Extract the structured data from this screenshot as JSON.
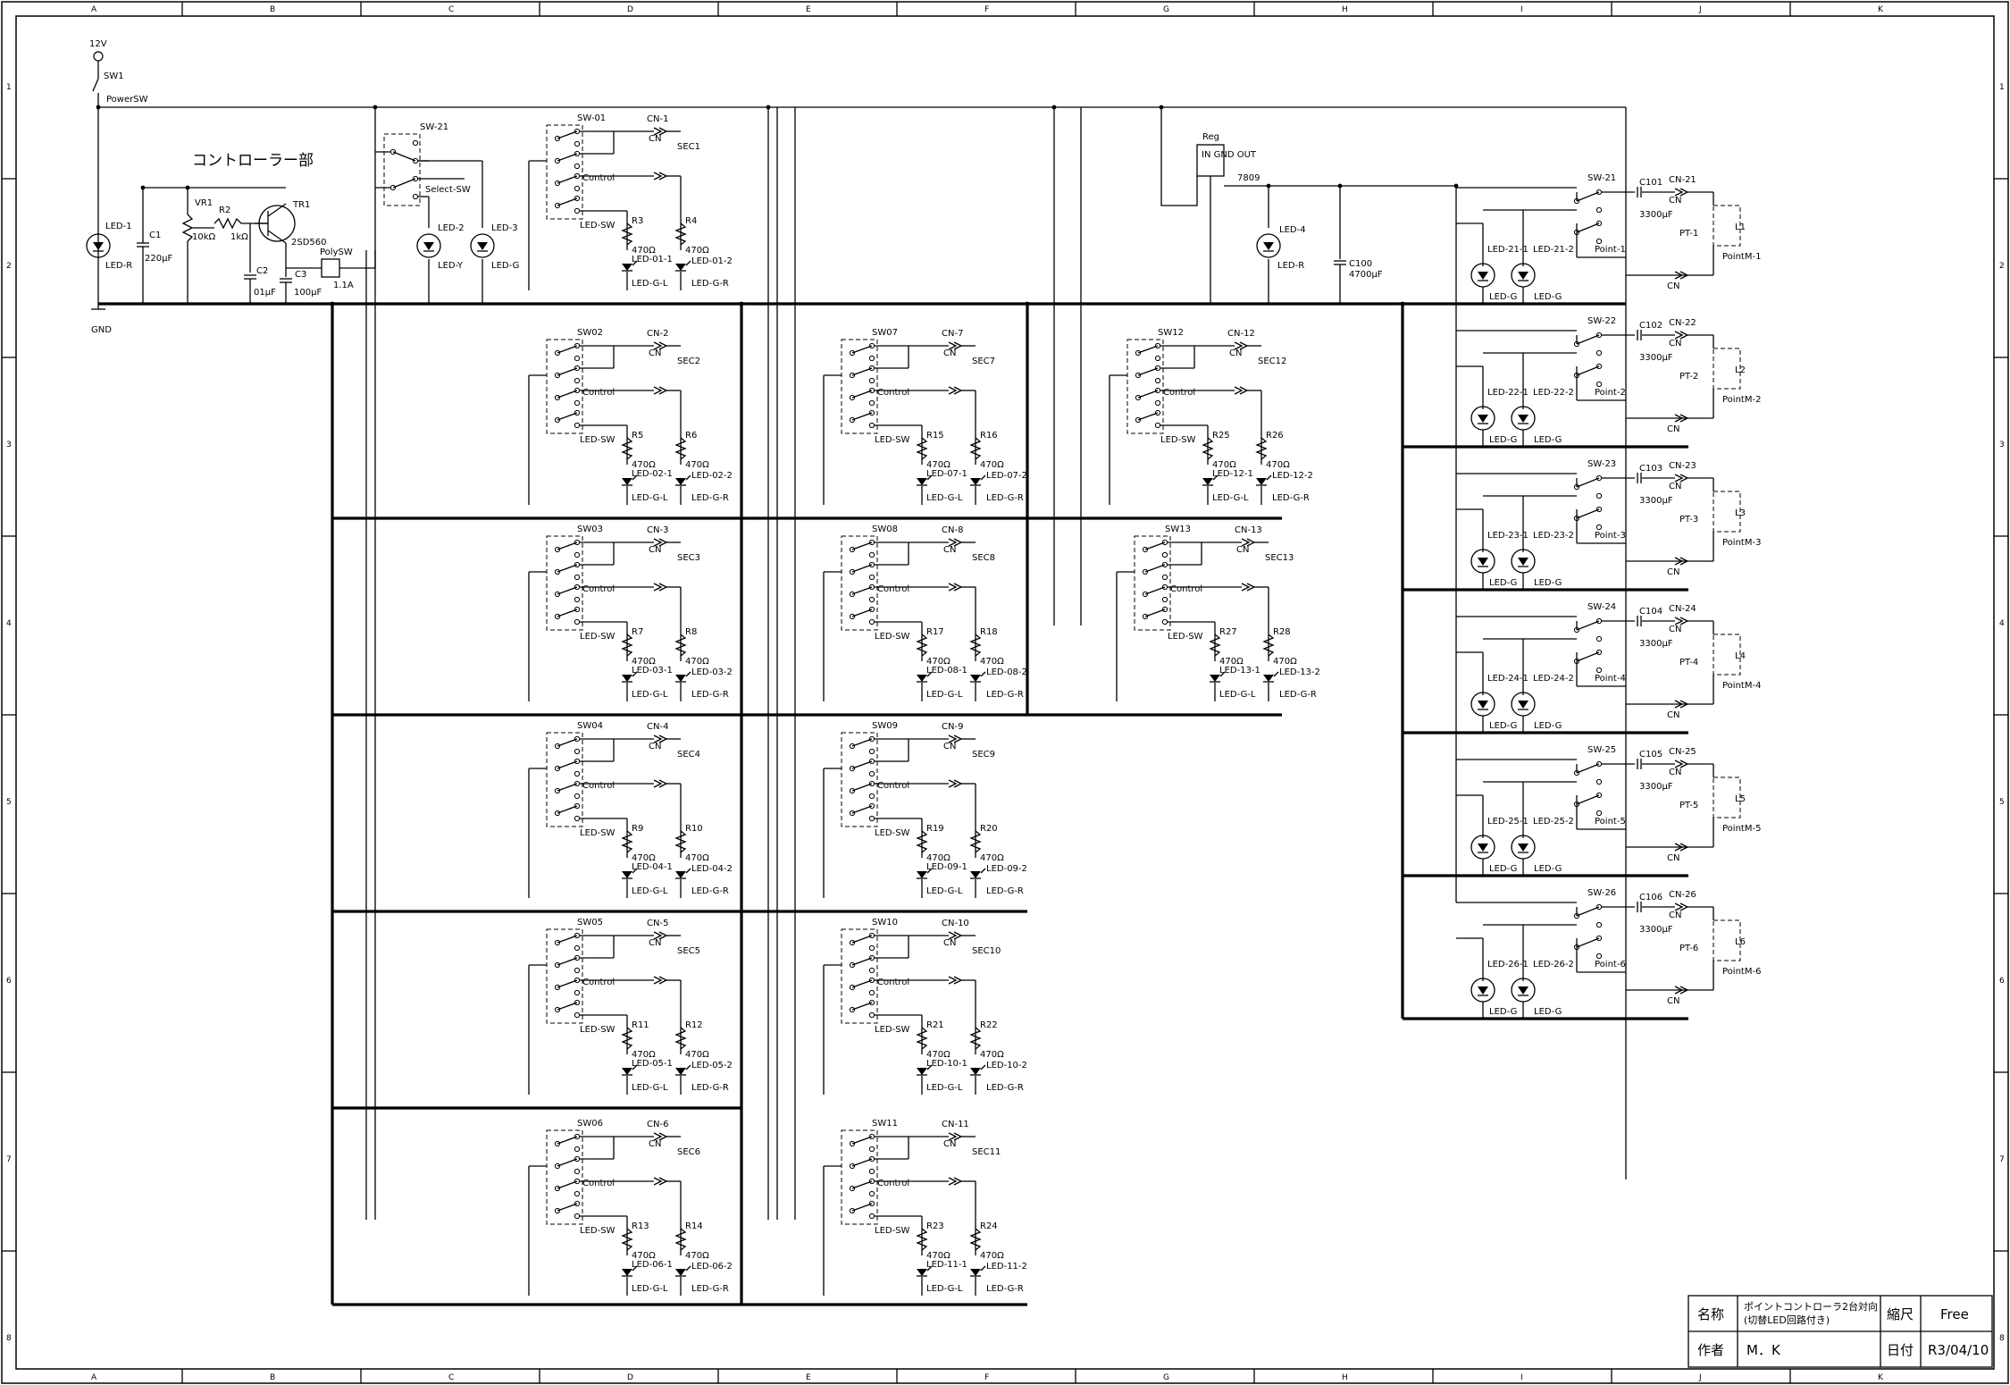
{
  "grid_columns": [
    "A",
    "B",
    "C",
    "D",
    "E",
    "F",
    "G",
    "H",
    "I",
    "J",
    "K"
  ],
  "grid_rows": [
    "1",
    "2",
    "3",
    "4",
    "5",
    "6",
    "7",
    "8"
  ],
  "section_title": "コントローラー部",
  "power": {
    "supply": "12V",
    "switch": "SW1",
    "switch_name": "PowerSW",
    "led": "LED-1",
    "led_color": "LED-R",
    "c1": "C1",
    "c1_val": "220μF",
    "vr": "VR1",
    "vr_val": "10kΩ",
    "r2": "R2",
    "r2_val": "1kΩ",
    "c2": "C2",
    "c2_val": "01μF",
    "tr": "TR1",
    "tr_val": "2SD560",
    "c3": "C3",
    "c3_val": "100μF",
    "fuse": "PolySW",
    "fuse_val": "1.1A",
    "gnd": "GND"
  },
  "select": {
    "sw": "SW-21",
    "sw_name": "Select-SW",
    "led_a": "LED-2",
    "led_a_color": "LED-Y",
    "led_b": "LED-3",
    "led_b_color": "LED-G"
  },
  "sections": [
    {
      "sw": "SW-01",
      "cn": "CN-1",
      "sec": "SEC1",
      "ra": "R3",
      "rb": "R4",
      "la": "LED-01-1",
      "lb": "LED-01-2"
    },
    {
      "sw": "SW02",
      "cn": "CN-2",
      "sec": "SEC2",
      "ra": "R5",
      "rb": "R6",
      "la": "LED-02-1",
      "lb": "LED-02-2"
    },
    {
      "sw": "SW03",
      "cn": "CN-3",
      "sec": "SEC3",
      "ra": "R7",
      "rb": "R8",
      "la": "LED-03-1",
      "lb": "LED-03-2"
    },
    {
      "sw": "SW04",
      "cn": "CN-4",
      "sec": "SEC4",
      "ra": "R9",
      "rb": "R10",
      "la": "LED-04-1",
      "lb": "LED-04-2"
    },
    {
      "sw": "SW05",
      "cn": "CN-5",
      "sec": "SEC5",
      "ra": "R11",
      "rb": "R12",
      "la": "LED-05-1",
      "lb": "LED-05-2"
    },
    {
      "sw": "SW06",
      "cn": "CN-6",
      "sec": "SEC6",
      "ra": "R13",
      "rb": "R14",
      "la": "LED-06-1",
      "lb": "LED-06-2"
    },
    {
      "sw": "SW07",
      "cn": "CN-7",
      "sec": "SEC7",
      "ra": "R15",
      "rb": "R16",
      "la": "LED-07-1",
      "lb": "LED-07-2"
    },
    {
      "sw": "SW08",
      "cn": "CN-8",
      "sec": "SEC8",
      "ra": "R17",
      "rb": "R18",
      "la": "LED-08-1",
      "lb": "LED-08-2"
    },
    {
      "sw": "SW09",
      "cn": "CN-9",
      "sec": "SEC9",
      "ra": "R19",
      "rb": "R20",
      "la": "LED-09-1",
      "lb": "LED-09-2"
    },
    {
      "sw": "SW10",
      "cn": "CN-10",
      "sec": "SEC10",
      "ra": "R21",
      "rb": "R22",
      "la": "LED-10-1",
      "lb": "LED-10-2"
    },
    {
      "sw": "SW11",
      "cn": "CN-11",
      "sec": "SEC11",
      "ra": "R23",
      "rb": "R24",
      "la": "LED-11-1",
      "lb": "LED-11-2"
    },
    {
      "sw": "SW12",
      "cn": "CN-12",
      "sec": "SEC12",
      "ra": "R25",
      "rb": "R26",
      "la": "LED-12-1",
      "lb": "LED-12-2"
    },
    {
      "sw": "SW13",
      "cn": "CN-13",
      "sec": "SEC13",
      "ra": "R27",
      "rb": "R28",
      "la": "LED-13-1",
      "lb": "LED-13-2"
    }
  ],
  "section_common": {
    "cn": "CN",
    "control": "Control",
    "ledsw": "LED-SW",
    "r_val": "470Ω",
    "led_gl": "LED-G-L",
    "led_gr": "LED-G-R"
  },
  "regulator": {
    "name": "Reg",
    "pins": "IN GND OUT",
    "part": "7809",
    "led": "LED-4",
    "led_color": "LED-R",
    "cap": "C100",
    "cap_val": "4700μF"
  },
  "points": [
    {
      "sw": "SW-21",
      "c": "C101",
      "cn": "CN-21",
      "pt": "PT-1",
      "l": "L1",
      "pm": "PointM-1",
      "point": "Point-1",
      "la": "LED-21-1",
      "lb": "LED-21-2"
    },
    {
      "sw": "SW-22",
      "c": "C102",
      "cn": "CN-22",
      "pt": "PT-2",
      "l": "L2",
      "pm": "PointM-2",
      "point": "Point-2",
      "la": "LED-22-1",
      "lb": "LED-22-2"
    },
    {
      "sw": "SW-23",
      "c": "C103",
      "cn": "CN-23",
      "pt": "PT-3",
      "l": "L3",
      "pm": "PointM-3",
      "point": "Point-3",
      "la": "LED-23-1",
      "lb": "LED-23-2"
    },
    {
      "sw": "SW-24",
      "c": "C104",
      "cn": "CN-24",
      "pt": "PT-4",
      "l": "L4",
      "pm": "PointM-4",
      "point": "Point-4",
      "la": "LED-24-1",
      "lb": "LED-24-2"
    },
    {
      "sw": "SW-25",
      "c": "C105",
      "cn": "CN-25",
      "pt": "PT-5",
      "l": "L5",
      "pm": "PointM-5",
      "point": "Point-5",
      "la": "LED-25-1",
      "lb": "LED-25-2"
    },
    {
      "sw": "SW-26",
      "c": "C106",
      "cn": "CN-26",
      "pt": "PT-6",
      "l": "L6",
      "pm": "PointM-6",
      "point": "Point-6",
      "la": "LED-26-1",
      "lb": "LED-26-2"
    }
  ],
  "point_common": {
    "cap_val": "3300μF",
    "cn": "CN",
    "led": "LED-G"
  },
  "title_block": {
    "name_label": "名称",
    "name_line1": "ポイントコントローラ2台対向",
    "name_line2": "(切替LED回路付き)",
    "scale_label": "縮尺",
    "scale": "Free",
    "author_label": "作者",
    "author": "M．K",
    "date_label": "日付",
    "date": "R3/04/10"
  }
}
